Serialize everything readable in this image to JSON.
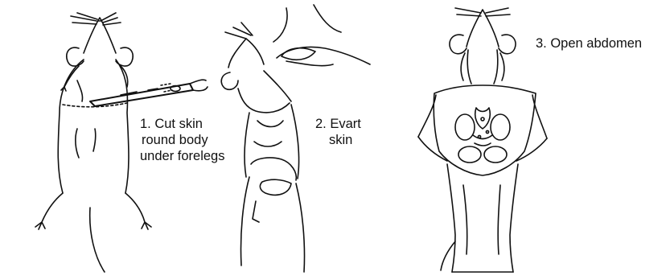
{
  "steps": [
    {
      "lines": [
        "1. Cut skin",
        "round body",
        "under forelegs"
      ]
    },
    {
      "lines": [
        "2. Evart",
        "skin"
      ]
    },
    {
      "lines": [
        "3. Open abdomen"
      ]
    }
  ],
  "colors": {
    "ink": "#111111",
    "background": "#ffffff"
  }
}
